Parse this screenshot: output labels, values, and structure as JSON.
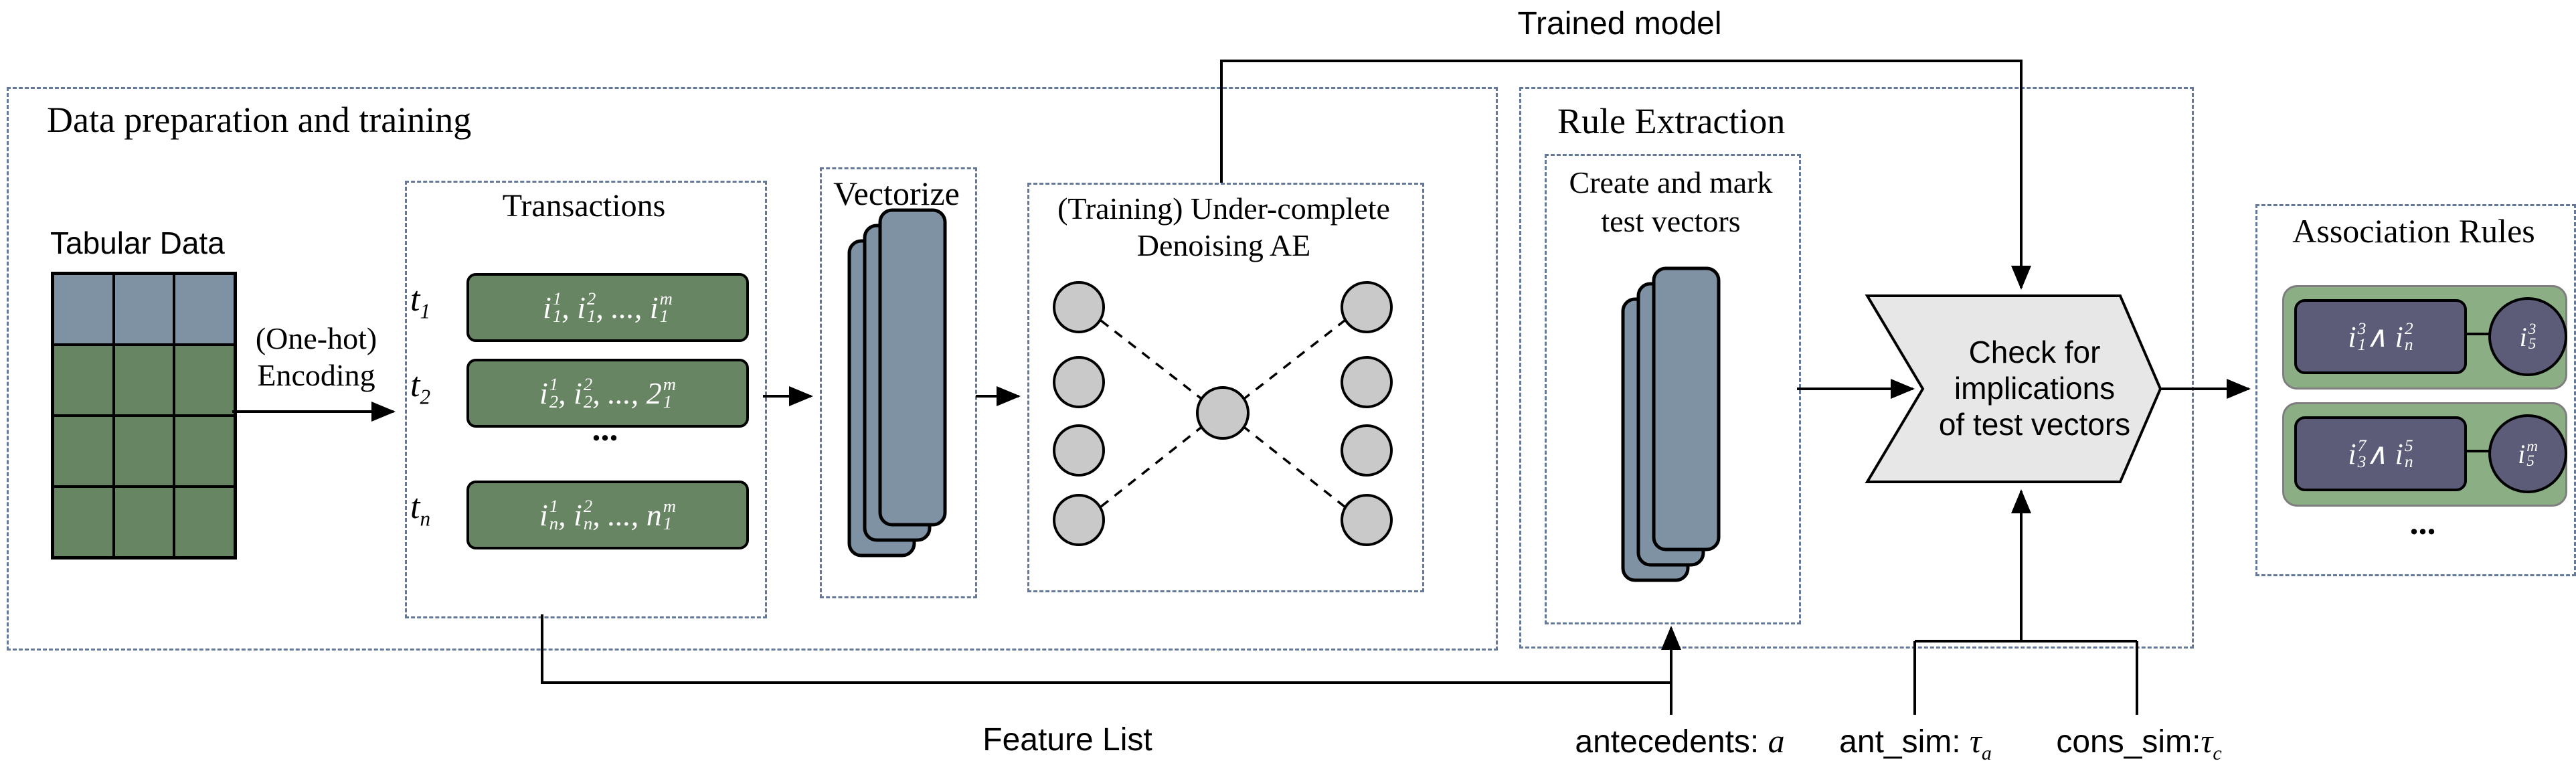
{
  "trained_model_label": "Trained model",
  "training_section": {
    "title": "Data preparation and training",
    "tabular_label": "Tabular Data",
    "onehot_line1": "(One-hot)",
    "onehot_line2": "Encoding",
    "transactions": {
      "title": "Transactions",
      "rows": [
        {
          "t": "t_1",
          "items": "i_1^1, i_1^2, ..., i_1^m"
        },
        {
          "t": "t_2",
          "items": "i_2^1, i_2^2, ..., 2_1^m"
        },
        {
          "t": "t_n",
          "items": "i_n^1, i_n^2, ..., n_1^m"
        }
      ],
      "ellipsis": "..."
    },
    "vectorize_title": "Vectorize",
    "ae_title_line1": "(Training) Under-complete",
    "ae_title_line2": "Denoising AE"
  },
  "rule_extraction": {
    "title": "Rule Extraction",
    "test_vectors_line1": "Create and mark",
    "test_vectors_line2": "test vectors"
  },
  "chevron": {
    "line1": "Check for",
    "line2": "implications",
    "line3": "of test vectors"
  },
  "association_rules": {
    "title": "Association Rules",
    "rules": [
      {
        "antecedent": "i_1^3 ∧ i_n^2",
        "consequent": "i_5^3"
      },
      {
        "antecedent": "i_3^7 ∧ i_n^5",
        "consequent": "i_5^m"
      }
    ],
    "ellipsis": "..."
  },
  "bottom_labels": {
    "feature_list": "Feature List",
    "antecedents_label": "antecedents:",
    "antecedents_symbol": "a",
    "ant_sim_label": "ant_sim:",
    "ant_sim_symbol": "τ_a",
    "cons_sim_label": "cons_sim:",
    "cons_sim_symbol": "τ_c"
  },
  "colors": {
    "accent_dash": "#64799a",
    "slate_blue": "#7e92a3",
    "green": "#678562",
    "rule_card_green": "#8bae85",
    "rule_node_purple": "#5c5c78",
    "neuron_gray": "#c9c9c9",
    "chevron_gray": "#e7e7e7"
  }
}
